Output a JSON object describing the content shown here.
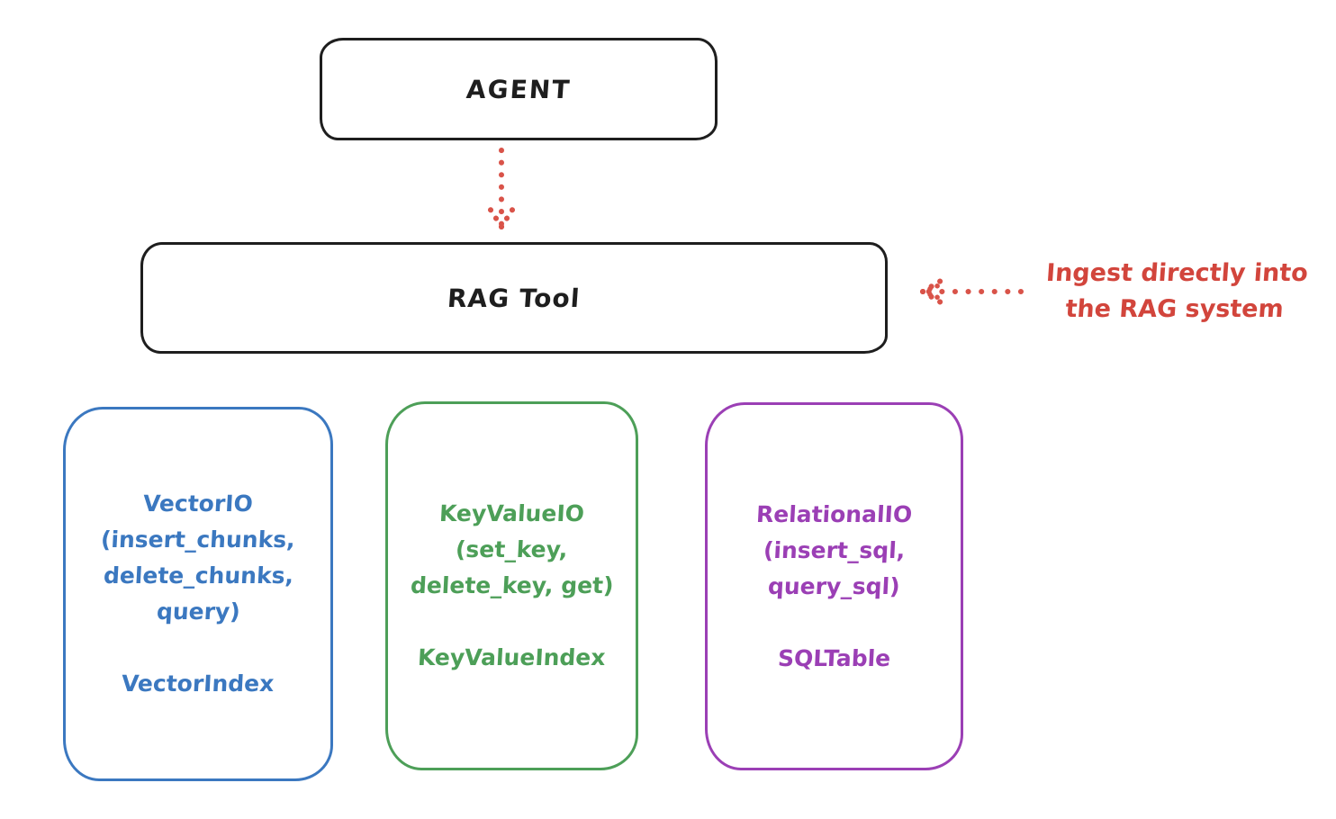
{
  "canvas": {
    "background": "#ffffff",
    "ink_color": "#1e1e1e"
  },
  "agent_box": {
    "label": "AGENT",
    "border_color": "#1e1e1e"
  },
  "rag_tool_box": {
    "label": "RAG Tool",
    "border_color": "#1e1e1e"
  },
  "arrows": {
    "agent_to_rag_tool": {
      "style": "dotted",
      "direction": "down",
      "color": "#d95349"
    },
    "ingest_to_rag_tool": {
      "style": "dotted",
      "direction": "left",
      "color": "#d95349"
    }
  },
  "annotation": {
    "line1": "Ingest directly into",
    "line2": "the RAG system",
    "color": "#d2453c"
  },
  "storage_boxes": [
    {
      "name": "vector-io",
      "color": "#3b78c0",
      "lines": [
        "VectorIO",
        "(insert_chunks,",
        "delete_chunks,",
        "query)"
      ],
      "index_label": "VectorIndex"
    },
    {
      "name": "keyvalue-io",
      "color": "#4d9f58",
      "lines": [
        "KeyValueIO",
        "(set_key,",
        "delete_key, get)"
      ],
      "index_label": "KeyValueIndex"
    },
    {
      "name": "relational-io",
      "color": "#9b3fb5",
      "lines": [
        "RelationalIO",
        "(insert_sql,",
        "query_sql)"
      ],
      "index_label": "SQLTable"
    }
  ]
}
